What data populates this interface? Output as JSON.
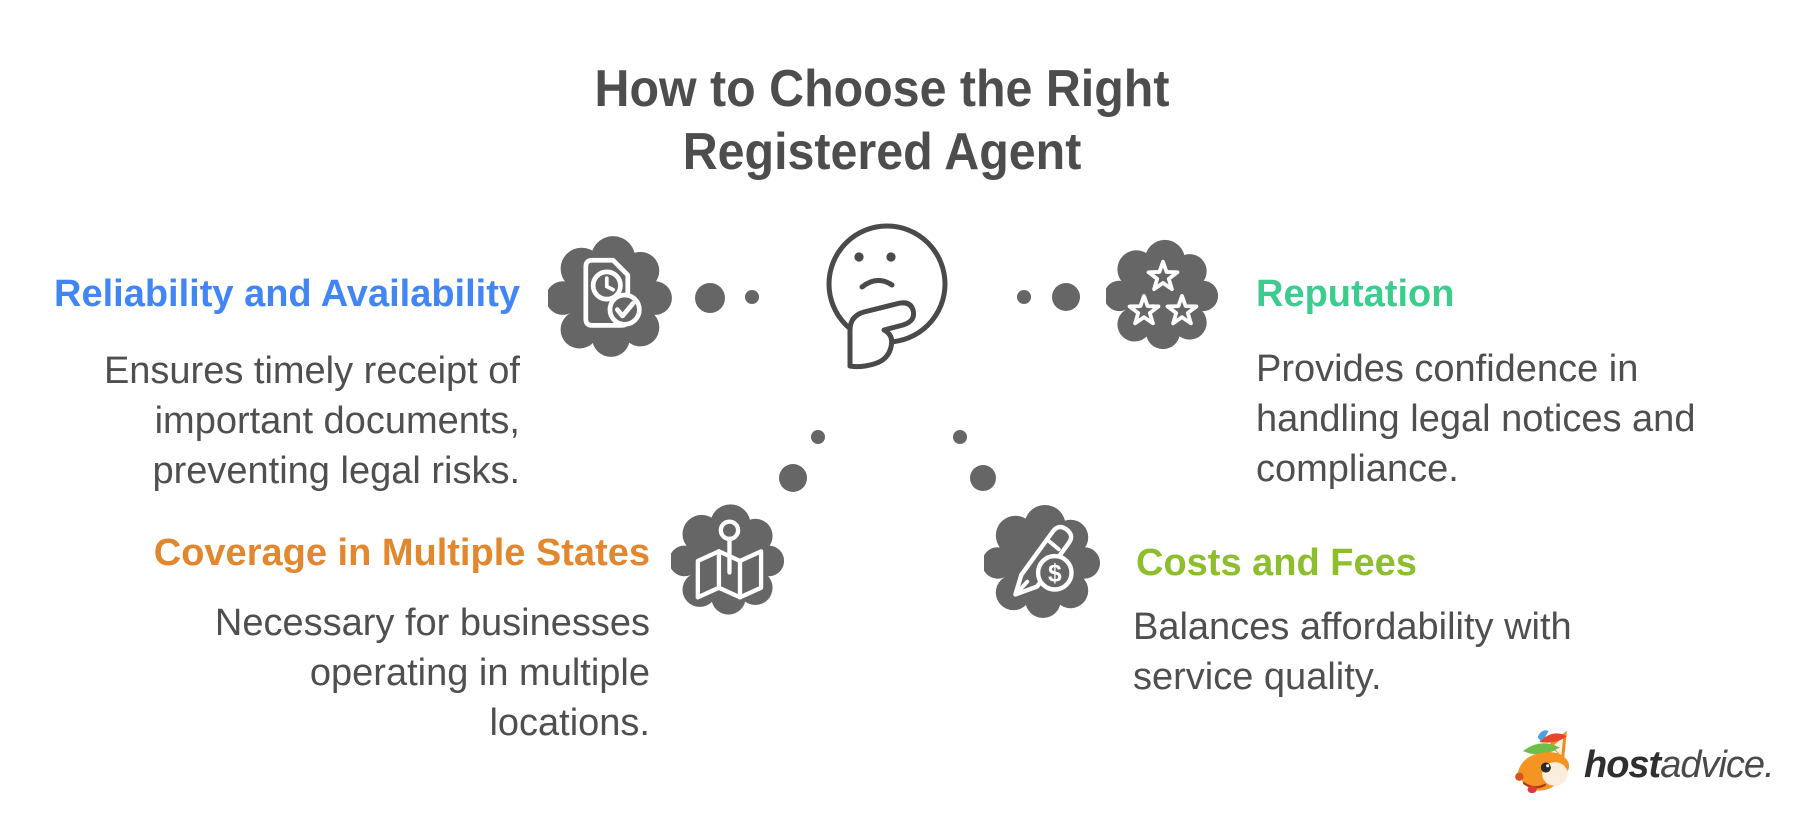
{
  "title": {
    "line1": "How to Choose the Right",
    "line2": "Registered Agent"
  },
  "sections": {
    "reliability": {
      "heading": "Reliability and Availability",
      "color": "#4286F5",
      "body_lines": [
        "Ensures timely receipt of",
        "important documents,",
        "preventing legal risks."
      ]
    },
    "reputation": {
      "heading": "Reputation",
      "color": "#3CCD8E",
      "body_lines": [
        "Provides confidence in",
        "handling legal notices and",
        "compliance."
      ]
    },
    "coverage": {
      "heading": "Coverage in Multiple States",
      "color": "#E2872D",
      "body_lines": [
        "Necessary for businesses",
        "operating in multiple",
        "locations."
      ]
    },
    "costs": {
      "heading": "Costs and Fees",
      "color": "#8DBE2C",
      "body_lines": [
        "Balances affordability with",
        "service quality."
      ]
    }
  },
  "icons": {
    "center": "thinking-face-icon",
    "reliability": "document-clock-check-icon",
    "reputation": "three-stars-icon",
    "coverage": "map-pin-icon",
    "costs": "pen-dollar-icon",
    "logo": "fox-mascot-icon"
  },
  "logo": {
    "bold_text": "host",
    "regular_text": "advice."
  },
  "colors": {
    "cloud_gray": "#666666",
    "text_dark": "#4D4D4D",
    "body_text": "#4F4F4F",
    "face_stroke": "#4A4A4A",
    "blue": "#4286F5",
    "green": "#3CCD8E",
    "orange": "#E2872D",
    "lime": "#8DBE2C"
  }
}
